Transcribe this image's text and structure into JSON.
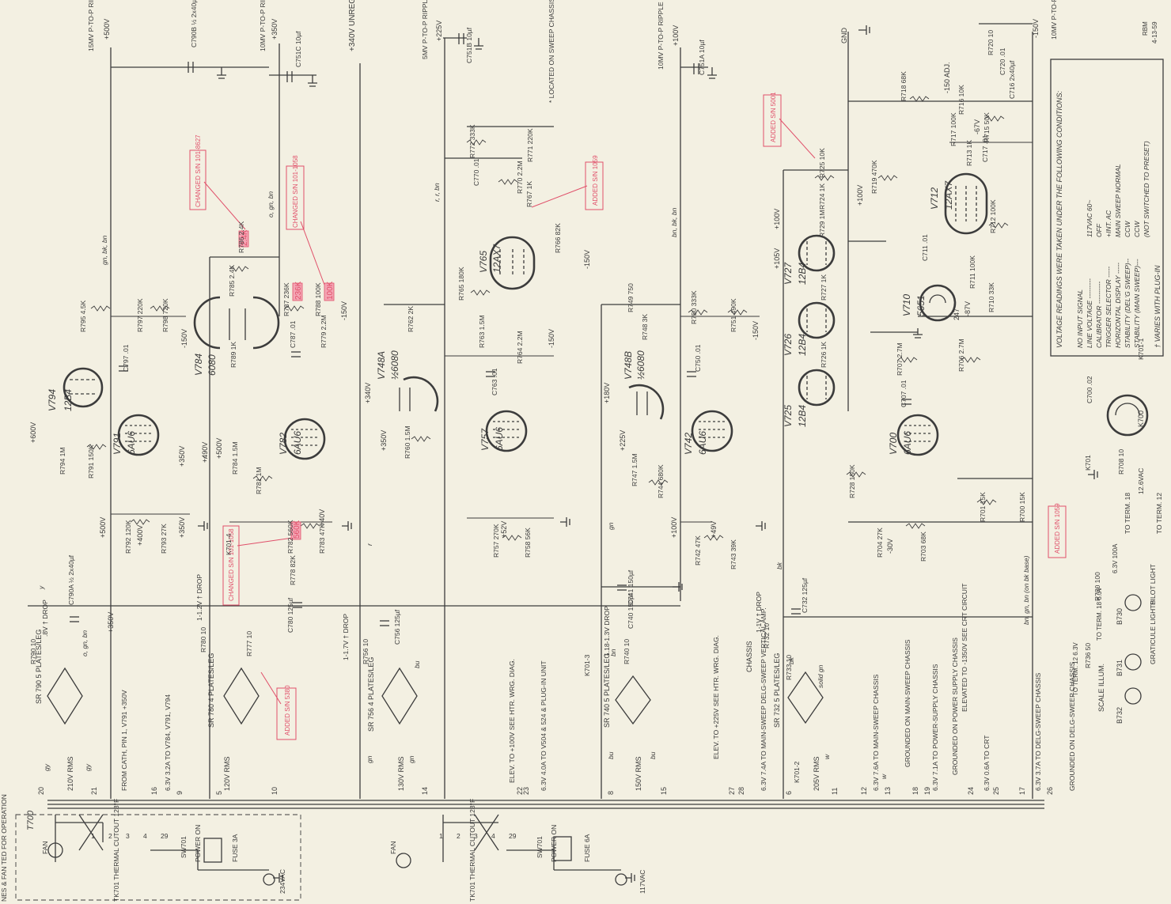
{
  "sheet": {
    "title_ref": "T700",
    "initials": "RBM",
    "date": "4-13-59",
    "note_sweep": "* LOCATED ON SWEEP CHASSIS.",
    "crt_bus": "+340V UNREG. TO CRT CKT.",
    "gnd_label": "GND"
  },
  "ripple_labels": {
    "r500": "15MV P-TO-P RIPPLE",
    "r350": "10MV P-TO-P RIPPLE",
    "r225": "5MV P-TO-P RIPPLE",
    "r100": "10MV P-TO-P RIPPLE",
    "r150": "10MV P-TO-P RIPPLE"
  },
  "rails": {
    "v500": "+500V",
    "v350": "+350V",
    "v225": "+225V",
    "v100": "+100V",
    "v150": "-150V"
  },
  "tubes": [
    {
      "ref": "V794",
      "type": "12B4"
    },
    {
      "ref": "V791",
      "type": "6AU6"
    },
    {
      "ref": "V784",
      "type": "6080"
    },
    {
      "ref": "V782",
      "type": "6AU6"
    },
    {
      "ref": "V748A",
      "type": "½6080"
    },
    {
      "ref": "V757",
      "type": "6AU6"
    },
    {
      "ref": "V765",
      "type": "12AX7"
    },
    {
      "ref": "V748B",
      "type": "½6080"
    },
    {
      "ref": "V742",
      "type": "6AU6"
    },
    {
      "ref": "V727",
      "type": "12B4"
    },
    {
      "ref": "V726",
      "type": "12B4"
    },
    {
      "ref": "V725",
      "type": "12B4"
    },
    {
      "ref": "V710",
      "type": "5651"
    },
    {
      "ref": "V712",
      "type": "12AX7"
    },
    {
      "ref": "V700",
      "type": "6AU6"
    }
  ],
  "components": {
    "c790b": "C790B ½ 2x40µf",
    "c751c": "C751C 10µf",
    "c751b": "C751B 10µf",
    "c751a": "C751A 10µf",
    "c770": "C770 .01",
    "c797": "C797 .01",
    "c787": "C787 .01",
    "c750": "C750 .01",
    "c763": "C763 .01",
    "c707": "C707 .01",
    "c711": "C711 .01",
    "c717": "C717 .01",
    "c700": "C700 .02",
    "c716": "C716 2x40µf",
    "c720": "C720 .01",
    "c790a": "C790A ½ 2x40µf",
    "c780": "C780 125µf",
    "c756": "C756 125µf",
    "c741": "C741 150µf",
    "c740": "C740 150µf",
    "c732": "C732 125µf",
    "r795": "R795 4.5K",
    "r797": "R797 220K",
    "r798": "R798 720K",
    "r786": "R786 2.4K",
    "r785": "R785 2.4K",
    "r787": "R787 236K",
    "r788": "R788 100K",
    "r779": "R779 2.2M",
    "r789": "R789 1K",
    "r772": "R772 333K",
    "r771": "R771 220K",
    "r770": "R770 2.2M",
    "r767": "R767 1K",
    "r766": "R766 82K",
    "r765": "R765 180K",
    "r762": "R762 2K",
    "r763": "R763 1.5M",
    "r764": "R764 2.2M",
    "r749": "R749 750",
    "r748": "R748 3K",
    "r750": "R750 333K",
    "r751": "R751 490K",
    "r725": "R725 10K",
    "r724": "R724 1K",
    "r729": "R729 1M",
    "r727": "R727 1K",
    "r726": "R726 1K",
    "r719": "R719 470K",
    "r718": "R718 68K",
    "r716": "R716 10K",
    "r717": "R717 100K",
    "r715": "R715 50K",
    "r713": "R713 1K",
    "r720": "R720 10",
    "r712": "R712 100K",
    "r711": "R711 100K",
    "r710": "R710 33K",
    "r707": "R707 2.7M",
    "r706": "R706 2.7M",
    "r794": "R794 1M",
    "r791": "R791 150K",
    "r784": "R784 1.5M",
    "r781": "R781 1M",
    "r760": "R760 1.5M",
    "r747": "R747 1.5M",
    "r744": "R744 680K",
    "r728": "R728 150K",
    "r792": "R792 120K",
    "r793": "R793 27K",
    "r782": "R782 560K",
    "r783": "R783 47K",
    "r778": "R778 82K",
    "r757": "R757 270K",
    "r758": "R758 56K",
    "r742": "R742 47K",
    "r743": "R743 39K",
    "r701": "R701 15K",
    "r700": "R700 15K",
    "r704": "R704 27K",
    "r703": "R703 68K",
    "r708": "R708 10",
    "r790": "R790 10",
    "r780": "R780 10",
    "r777": "R777 10",
    "r756": "R756 10",
    "r740": "R740 10",
    "r732": "R732 10",
    "r733": "R733 10",
    "r730": "R730 100",
    "r736": "R736 50"
  },
  "voltages": {
    "v600": "+600V",
    "v490": "+490V",
    "v500b": "+500V",
    "v350b": "+350V",
    "v350c": "+350V",
    "v340": "+340V",
    "v180": "+180V",
    "v225b": "+225V",
    "v105": "+105V",
    "v100b": "+100V",
    "v100c": "+100V",
    "v150b": "-150V",
    "v150c": "-150V",
    "v150d": "-150V",
    "v150e": "-150V",
    "v150f": "-150V",
    "v150adj": "-150 ADJ.",
    "v67": "-67V",
    "v247": "247",
    "v87": "-87V",
    "v400": "+400V",
    "v500c": "+500V",
    "v350d": "+350V",
    "v40": "+40V",
    "v52": "+52V",
    "v49": "+49V",
    "v100d": "+100V",
    "v30": "-30V",
    "v350e": "+350V"
  },
  "changes": {
    "c1": "CHANGED S/N 101-8627",
    "c2": "CHANGED S/N 101-1058",
    "c3": "ADDED S/N 1059",
    "c4": "ADDED S/N 5001",
    "c5": "CHANGED S/N 101-1058",
    "c6": "ADDED S/N 5380",
    "c7": "ADDED S/N 1059",
    "hl1": "2.4K",
    "hl2": "236K",
    "hl3": "100K",
    "hl4": "560K"
  },
  "wire_colors": {
    "w1": "gn, bk, bn",
    "w2": "o, gn, bn",
    "w3": "r, r, bn",
    "w4": "bn, bk, bn",
    "w5": "y",
    "w6": "r",
    "w7": "r",
    "w8": "gn",
    "w9": "bk",
    "w10": "bn, gn, bn (on bk base)",
    "w11": "o, gn, bn",
    "w12": "solid gn",
    "w13": "bu",
    "w14": "bn",
    "w15": "bk",
    "w16": "gy",
    "w17": "gy",
    "w18": "bu",
    "w19": "bu",
    "w20": "gn",
    "w21": "gn",
    "w22": "w",
    "w23": "w"
  },
  "drops": {
    "d1": ".8V † DROP",
    "d2": "1-1.2V † DROP",
    "d3": "1-1.7V † DROP",
    "d4": "1.18-1.3V DROP",
    "d5": "1-1V † DROP"
  },
  "rectifiers": {
    "sr790": "SR 790 5 PLATES/LEG",
    "sr780": "SR 780 4 PLATES/LEG",
    "sr756": "SR 756 4 PLATES/LEG",
    "sr740": "SR 740 5 PLATES/LEG",
    "sr732": "SR 732 5 PLATES/LEG"
  },
  "windings": {
    "w210": "210V RMS",
    "w120": "120V RMS",
    "w130": "130V RMS",
    "w150": "150V RMS",
    "w205": "205V RMS"
  },
  "heaters": {
    "h1": "6.3V 3.2A TO V784, V791, V794",
    "h2": "6.3V 4.0A TO V504 & 524 & PLUG-IN UNIT",
    "h3": "6.3V 7.4A TO MAIN-SWEEP DELG-SWEEP VERTICAL AMP.",
    "h4": "6.3V 7.6A TO MAIN-SWEEP CHASSIS",
    "h5": "6.3V 7.1A TO POWER-SUPPLY CHASSIS",
    "h6": "6.3V 0.6A TO CRT",
    "h7": "6.3V 3.7A TO DELG-SWEEP CHASSIS"
  },
  "notes_bottom": {
    "n1": "FROM CATH, PIN 1, V791 +350V",
    "n2": "ELEV. TO +100V SEE HTR. WRG. DIAG.",
    "n3": "ELEV. TO +225V SEE HTR. WRG. DIAG.",
    "n4": "GROUNDED ON MAIN-SWEEP CHASSIS",
    "n5": "GROUNDED ON POWER SUPPLY CHASSIS",
    "n6": "ELEVATED TO -1350V SEE CRT CIRCUIT",
    "n7": "GROUNDED ON DELG-SWEEP CHASSIS",
    "n8": "CHASSIS",
    "n9": "SCALE ILLUM.",
    "n10": "GRATICULE LIGHTS",
    "n11": "PILOT LIGHT",
    "n12": "TO TERM. 18",
    "n13": "TO TERM. 12",
    "n14": "TO TERM. 18 6.3V",
    "n15": "TO TERM. 12 6.3V"
  },
  "pins_bottom": [
    "20",
    "21",
    "16",
    "9",
    "5",
    "10",
    "22",
    "23",
    "14",
    "8",
    "15",
    "6",
    "11",
    "27",
    "28",
    "12",
    "13",
    "18",
    "19",
    "24",
    "25",
    "17",
    "26"
  ],
  "power_blocks": [
    {
      "fan": "FAN",
      "cutout": "TK701 THERMAL CUTOUT 128°F",
      "switch": "SW701",
      "switch_label": "POWER ON",
      "fuse": "FUSE 3A",
      "ac": "234VAC",
      "pins": [
        "1",
        "2",
        "3",
        "4",
        "29"
      ]
    },
    {
      "fan": "FAN",
      "cutout": "TK701 THERMAL CUTOUT 128°F",
      "switch": "SW701",
      "switch_label": "POWER ON",
      "fuse": "FUSE 6A",
      "ac": "117VAC",
      "pins": [
        "1",
        "2",
        "3",
        "4",
        "29"
      ]
    }
  ],
  "lamps": {
    "b730": "B730",
    "b731": "B731",
    "b732": "B732",
    "k700": "K700",
    "k701": "K701",
    "k7011": "K701-1",
    "k7014": "K701-4",
    "k7013": "K701-3",
    "k7012": "K701-2",
    "fuse_b": "6.3V 100A",
    "term18": "TO TERM. 18",
    "term12": "TO TERM. 12",
    "vac": "12.6VAC"
  },
  "left_margin": "NES & FAN TED FOR OPERATION",
  "readings_box": {
    "heading": "VOLTAGE READINGS WERE TAKEN UNDER THE FOLLOWING CONDITIONS:",
    "rows": [
      {
        "k": "NO INPUT SIGNAL",
        "v": ""
      },
      {
        "k": "LINE VOLTAGE ---------",
        "v": "117VAC 60~"
      },
      {
        "k": "CALIBRATOR ----------",
        "v": "OFF"
      },
      {
        "k": "TRIGGER SELECTOR -----",
        "v": "+INT. AC"
      },
      {
        "k": "HORIZONTAL DISPLAY -----",
        "v": "MAIN SWEEP NORMAL"
      },
      {
        "k": "STABILITY (DEL'G SWEEP)--",
        "v": "CCW"
      },
      {
        "k": "STABILITY (MAIN SWEEP)---",
        "v": "CCW"
      },
      {
        "k": "",
        "v": "(NOT SWITCHED TO PRESET)"
      }
    ],
    "footnote": "† VARIES WITH PLUG-IN"
  }
}
